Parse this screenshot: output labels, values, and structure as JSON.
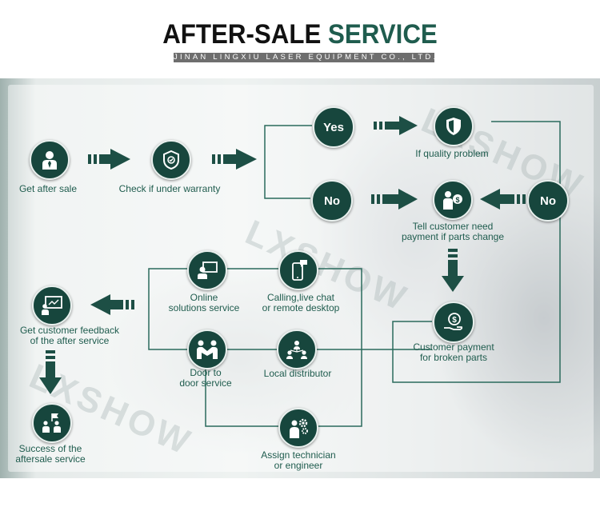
{
  "header": {
    "title_dark": "AFTER-SALE",
    "title_accent": "SERVICE",
    "subtitle": "JINAN LINGXIU LASER EQUIPMENT CO., LTD."
  },
  "watermark": "LXSHOW",
  "nodes": {
    "yes": "Yes",
    "no_left": "No",
    "no_right": "No"
  },
  "labels": {
    "get_after_sale": "Get after sale",
    "check_warranty": "Check if under warranty",
    "quality_problem": "If quality problem",
    "tell_customer_1": "Tell customer need",
    "tell_customer_2": "payment if parts change",
    "customer_payment_1": "Customer payment",
    "customer_payment_2": "for broken parts",
    "online_1": "Online",
    "online_2": "solutions service",
    "calling_1": "Calling,live chat",
    "calling_2": "or remote desktop",
    "door_1": "Door to",
    "door_2": "door service",
    "local_distributor": "Local distributor",
    "assign_1": "Assign technician",
    "assign_2": "or engineer",
    "feedback_1": "Get customer feedback",
    "feedback_2": "of the after service",
    "success_1": "Success of the",
    "success_2": "aftersale service"
  },
  "colors": {
    "node_fill": "#17463d",
    "accent_text": "#1f5c4e",
    "arrow": "#1d4f45",
    "line": "#2a6a5c"
  },
  "icons": [
    "user-tie-icon",
    "shield-check-icon",
    "shield-icon",
    "money-hand-icon",
    "dollar-hand-icon",
    "monitor-user-icon",
    "phone-chat-icon",
    "handshake-icon",
    "network-people-icon",
    "gear-person-icon",
    "presentation-icon",
    "flag-people-icon"
  ]
}
